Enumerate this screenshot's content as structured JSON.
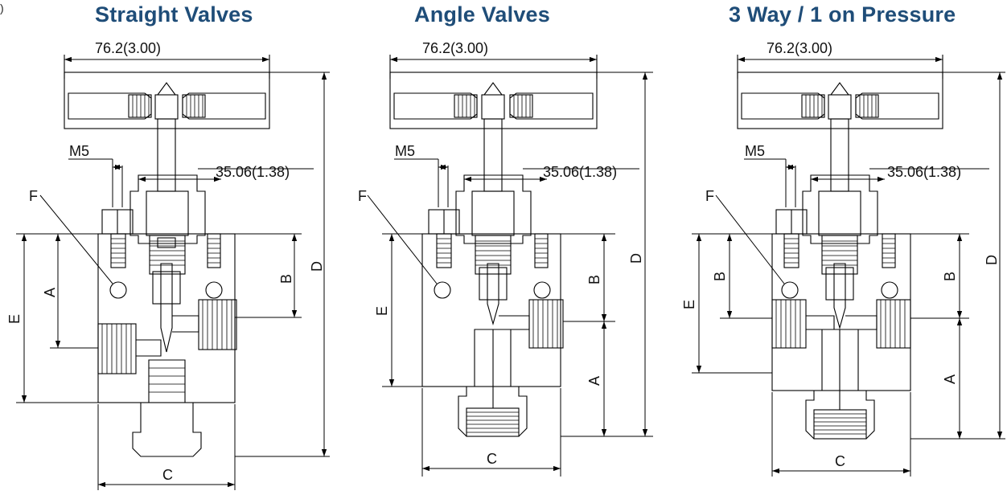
{
  "corner_mark": ")",
  "titles": [
    "Straight Valves",
    "Angle Valves",
    "3 Way / 1 on Pressure"
  ],
  "dimensions": {
    "handle_width": "76.2(3.00)",
    "flat_width": "35.06(1.38)",
    "screw": "M5",
    "labels": {
      "A": "A",
      "B": "B",
      "C": "C",
      "D": "D",
      "E": "E",
      "F": "F"
    }
  }
}
